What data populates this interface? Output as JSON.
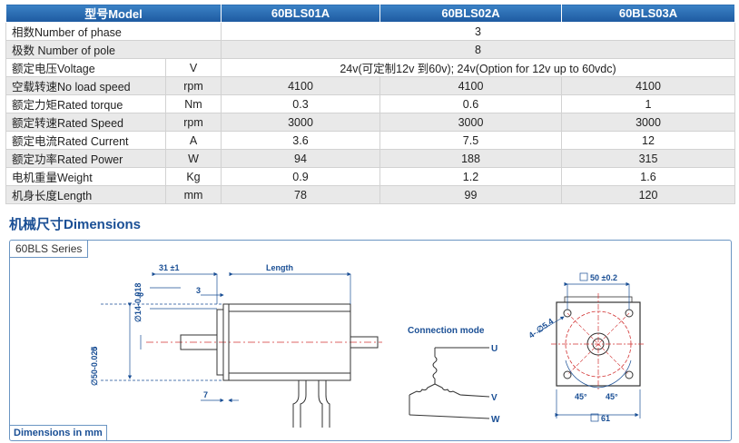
{
  "table": {
    "headers": [
      "型号Model",
      "60BLS01A",
      "60BLS02A",
      "60BLS03A"
    ],
    "rows": [
      {
        "param": "相数Number of phase",
        "unit": "",
        "merged": "3"
      },
      {
        "param": "极数 Number of pole",
        "unit": "",
        "merged": "8"
      },
      {
        "param": "额定电压Voltage",
        "unit": "V",
        "merged": "24v(可定制12v 到60v); 24v(Option for 12v up to 60vdc)"
      },
      {
        "param": "空载转速No load speed",
        "unit": "rpm",
        "values": [
          "4100",
          "4100",
          "4100"
        ]
      },
      {
        "param": "额定力矩Rated torque",
        "unit": "Nm",
        "values": [
          "0.3",
          "0.6",
          "1"
        ]
      },
      {
        "param": "额定转速Rated Speed",
        "unit": "rpm",
        "values": [
          "3000",
          "3000",
          "3000"
        ]
      },
      {
        "param": "额定电流Rated Current",
        "unit": "A",
        "values": [
          "3.6",
          "7.5",
          "12"
        ]
      },
      {
        "param": "额定功率Rated Power",
        "unit": "W",
        "values": [
          "94",
          "188",
          "315"
        ]
      },
      {
        "param": "电机重量Weight",
        "unit": "Kg",
        "values": [
          "0.9",
          "1.2",
          "1.6"
        ]
      },
      {
        "param": "机身长度Length",
        "unit": "mm",
        "values": [
          "78",
          "99",
          "120"
        ]
      }
    ]
  },
  "dimensions": {
    "title": "机械尺寸Dimensions",
    "series": "60BLS Series",
    "footer": "Dimensions in mm",
    "side_view": {
      "shaft_dia": "∅14-0.018",
      "shaft_zero": "0",
      "pilot_dia": "∅50-0.025",
      "pilot_zero": "0",
      "shaft_len": "31 ±1",
      "length_label": "Length",
      "pilot_depth": "3",
      "flange_thk": "7"
    },
    "connection": {
      "title": "Connection mode",
      "phases": [
        "U",
        "V",
        "W"
      ]
    },
    "front_view": {
      "pcd_box": "50 ±0.2",
      "holes": "4- ∅5.4",
      "angle_left": "45°",
      "angle_right": "45°",
      "outer_box": "61"
    }
  },
  "colors": {
    "header": "#1d5aa0",
    "title": "#1a4f95",
    "frame": "#6b95c3",
    "dim_line": "#1a4f95",
    "center_line": "#d23232"
  }
}
